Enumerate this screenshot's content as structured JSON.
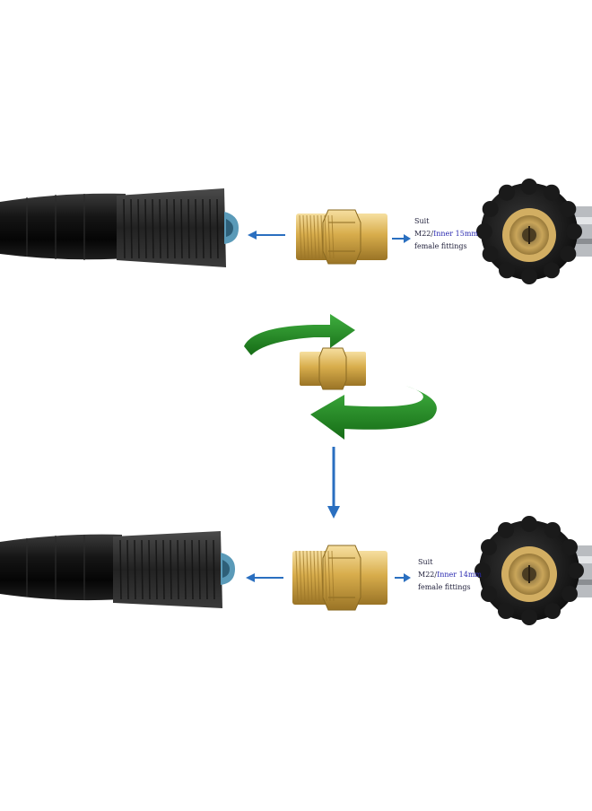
{
  "scene": {
    "background": "#ffffff",
    "colors": {
      "hose": "#111111",
      "nut": "#2a2a2a",
      "brass": "#d9b45a",
      "blue_arrow": "#2a6fc0",
      "green_arrow": "#1f8a1f"
    }
  },
  "top_fitting": {
    "label": {
      "line1": "Suit",
      "line2_thread": "M22/",
      "line2_size": "Inner 15mm",
      "line3": "female fittings"
    }
  },
  "bottom_fitting": {
    "label": {
      "line1": "Suit",
      "line2_thread": "M22/",
      "line2_size": "Inner 14mm",
      "line3": "female fittings"
    }
  },
  "icons": [
    "hose-end-icon",
    "brass-coupler-icon",
    "blue-arrow-icon",
    "green-rotate-arrow-icon",
    "quick-connect-icon"
  ]
}
